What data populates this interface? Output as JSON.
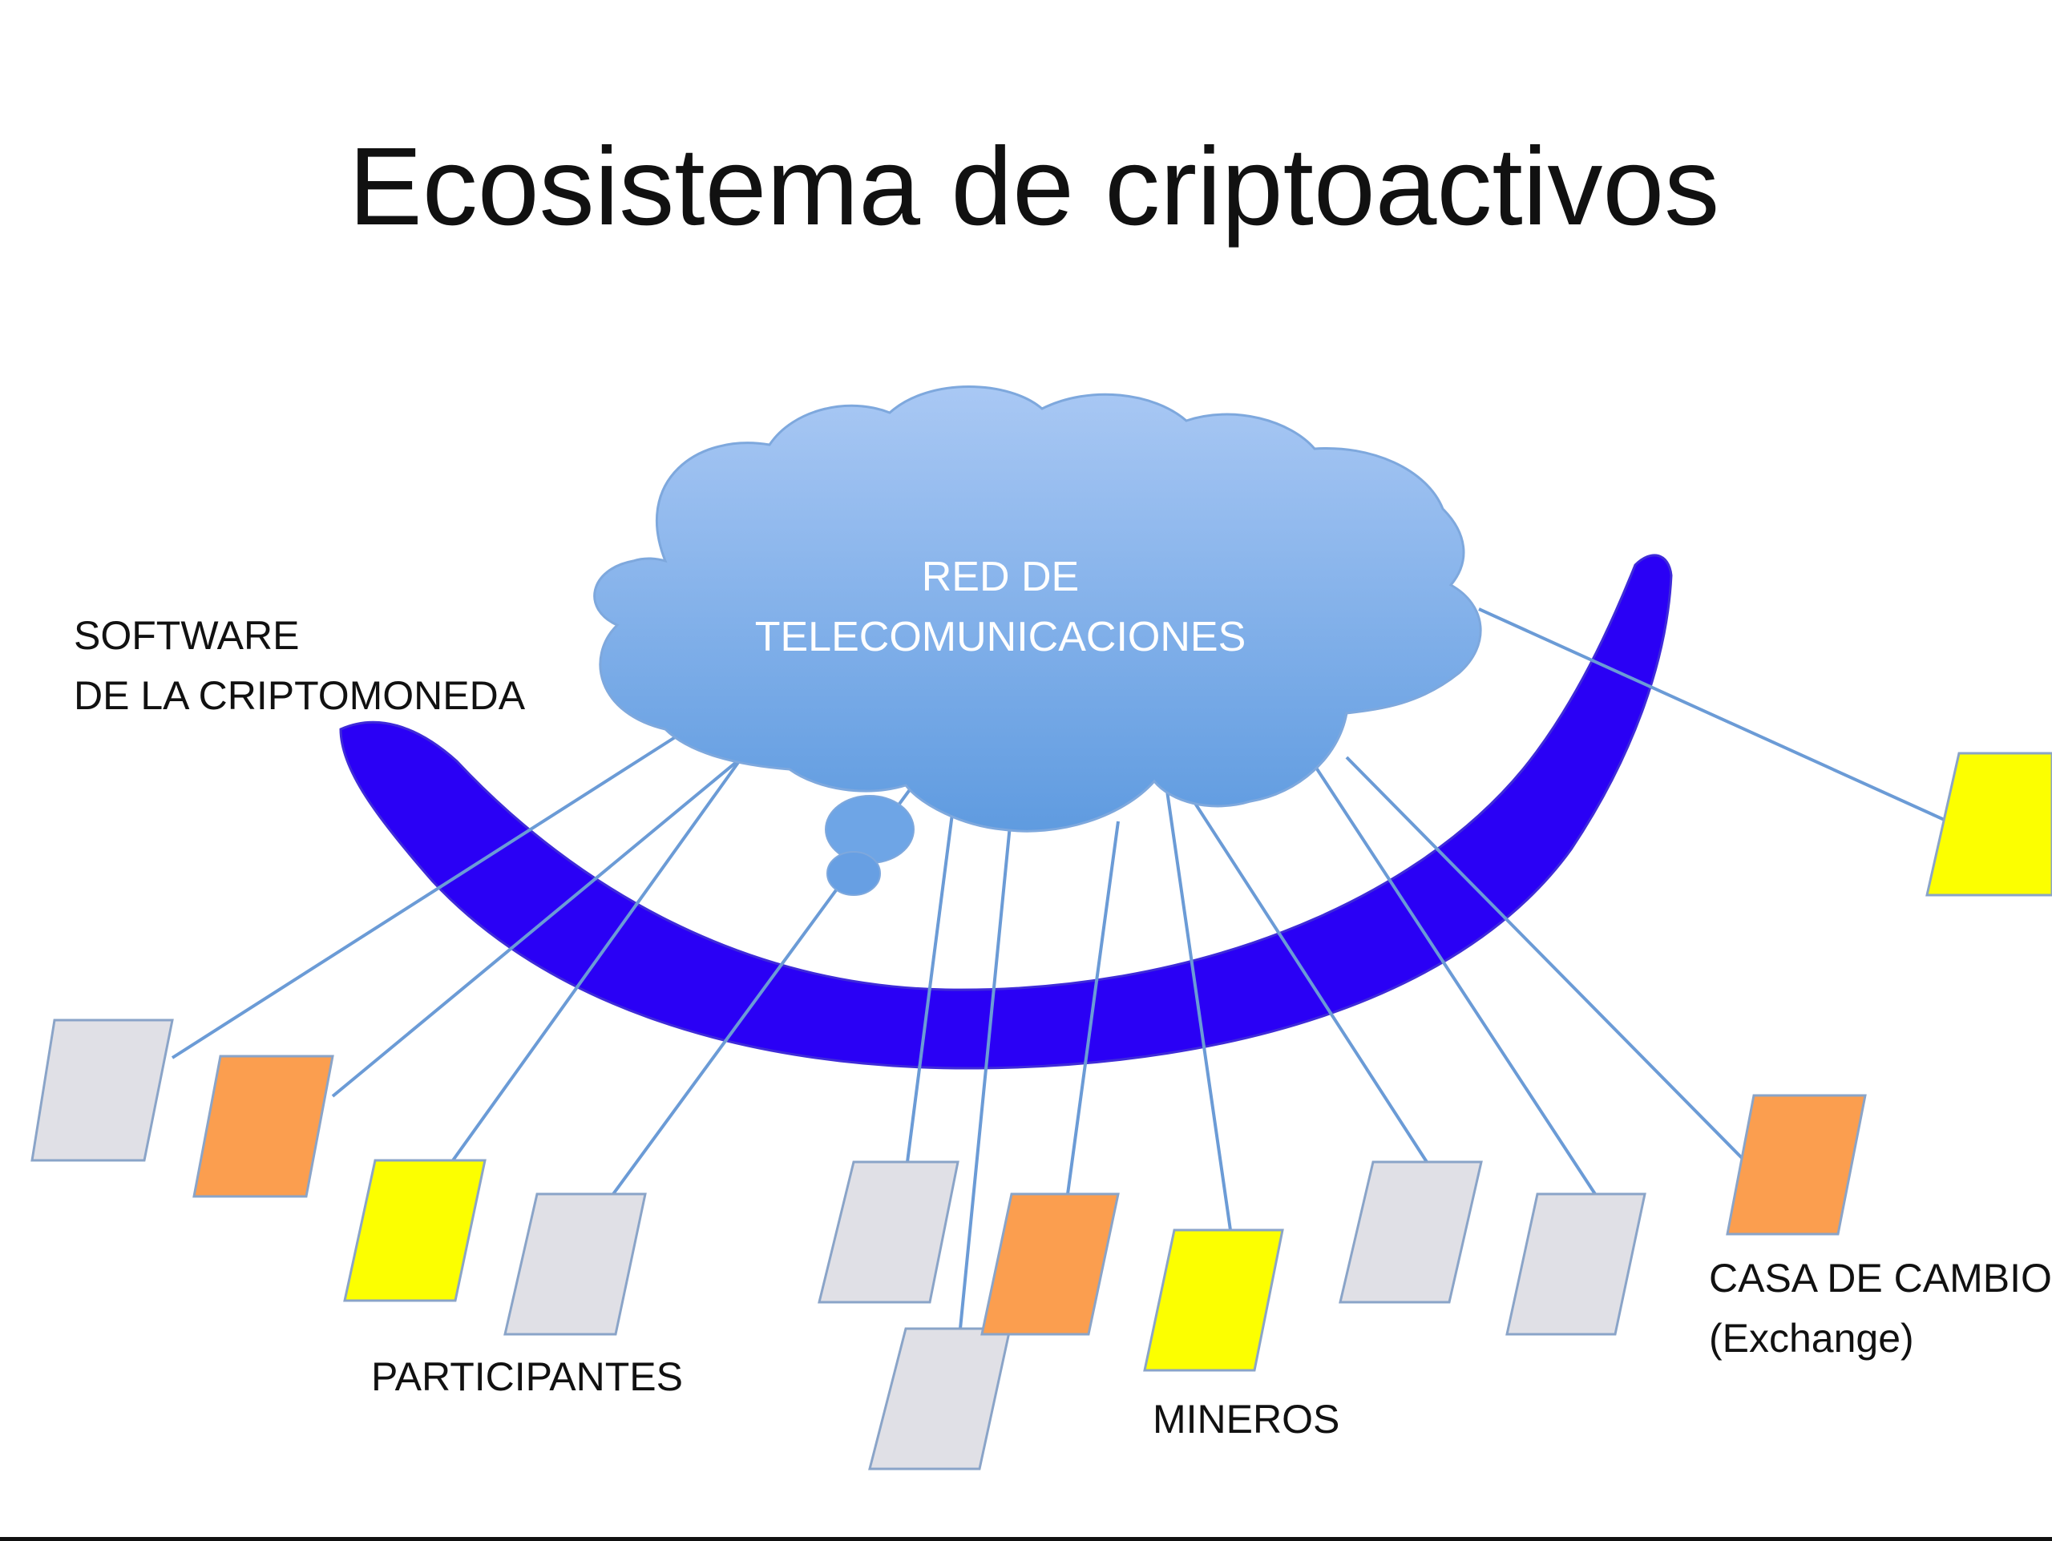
{
  "slide": {
    "title": "Ecosistema de criptoactivos",
    "cloud_label": {
      "line1": "RED DE",
      "line2": "TELECOMUNICACIONES"
    },
    "labels": {
      "software": {
        "line1": "SOFTWARE",
        "line2": "DE LA CRIPTOMONEDA"
      },
      "participantes": "PARTICIPANTES",
      "mineros": "MINEROS",
      "exchange": {
        "line1": "CASA DE CAMBIO",
        "line2": "(Exchange)"
      }
    }
  },
  "colors": {
    "cloud_top": "#a9c8f4",
    "cloud_bottom": "#5f9be0",
    "cloud_stroke": "#7ea8dd",
    "band": "#2a00f5",
    "band_stroke": "#3f2bd8",
    "line": "#6b9bd6",
    "grey": "#e0e0e6",
    "orange": "#fb9e4f",
    "yellow": "#fcff00",
    "node_stroke": "#8aa4c8"
  },
  "nodes": [
    {
      "color": "grey"
    },
    {
      "color": "orange"
    },
    {
      "color": "yellow"
    },
    {
      "color": "grey"
    },
    {
      "color": "grey"
    },
    {
      "color": "grey"
    },
    {
      "color": "orange"
    },
    {
      "color": "yellow"
    },
    {
      "color": "grey"
    },
    {
      "color": "grey"
    },
    {
      "color": "orange"
    },
    {
      "color": "yellow"
    }
  ]
}
